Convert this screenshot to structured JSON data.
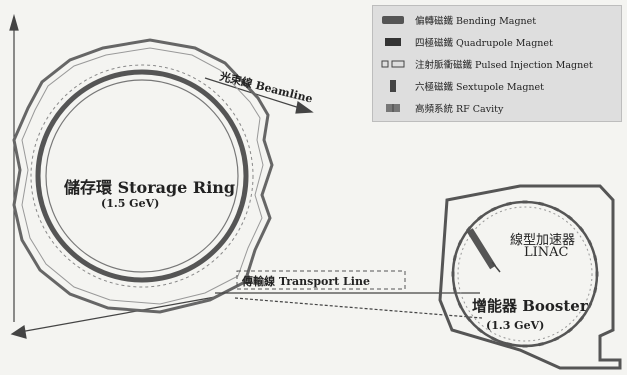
{
  "labels": {
    "storage_ring_title": "儲存環 Storage Ring",
    "storage_ring_energy": "(1.5 GeV)",
    "beamline": "光束線 Beamline",
    "transport_line": "傳輸線 Transport Line",
    "linac_zh": "線型加速器",
    "linac_en": "LINAC",
    "booster_title": "增能器 Booster",
    "booster_energy": "(1.3 GeV)"
  },
  "legend": {
    "items": [
      {
        "label": "偏轉磁鐵 Bending Magnet",
        "icon": "bending-magnet-symbol"
      },
      {
        "label": "四極磁鐵 Quadrupole Magnet",
        "icon": "quadrupole-magnet-symbol"
      },
      {
        "label": "注射脈衝磁鐵 Pulsed Injection Magnet",
        "icon": "pulsed-injection-magnet-symbol"
      },
      {
        "label": "六極磁鐵 Sextupole Magnet",
        "icon": "sextupole-magnet-symbol"
      },
      {
        "label": "高頻系統 RF Cavity",
        "icon": "rf-cavity-symbol"
      }
    ]
  },
  "colors": {
    "background": "#f4f4f1",
    "line": "#444444",
    "magnet": "#555555",
    "legend_bg": "#dedede"
  }
}
